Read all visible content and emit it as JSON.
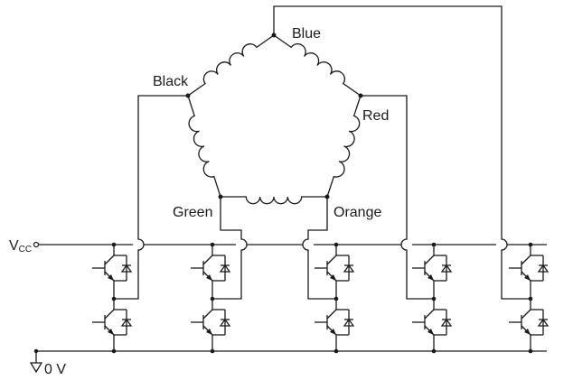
{
  "diagram": {
    "labels": {
      "blue": "Blue",
      "black": "Black",
      "red": "Red",
      "green": "Green",
      "orange": "Orange",
      "vcc_main": "V",
      "vcc_sub": "CC",
      "ground": "0 V"
    },
    "stroke_color": "#1a1a1a",
    "background": "#ffffff"
  }
}
